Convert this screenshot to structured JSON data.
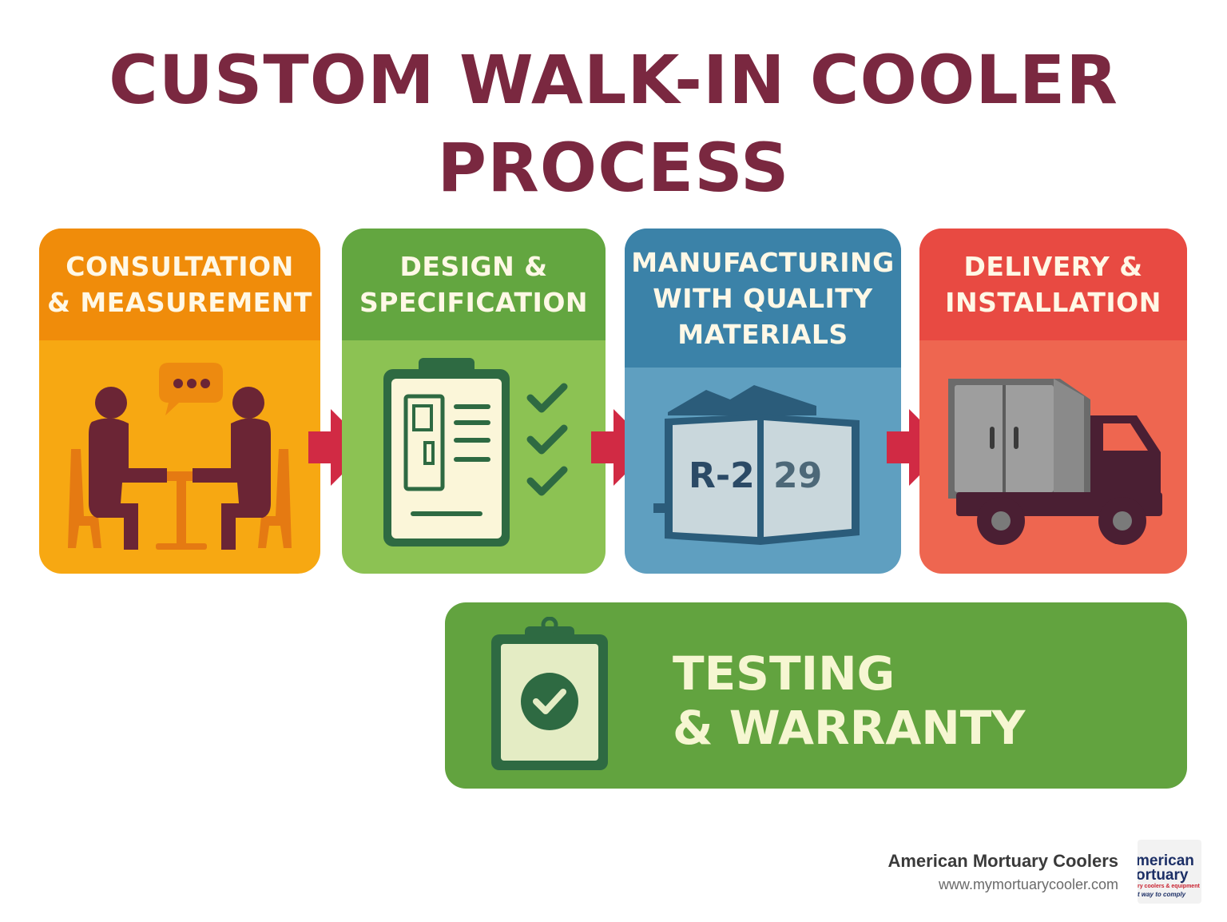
{
  "title": {
    "line1": "CUSTOM WALK-IN COOLER",
    "line2": "PROCESS"
  },
  "steps": [
    {
      "line1": "CONSULTATION",
      "line2": "& MEASUREMENT",
      "icon": "meeting-icon",
      "color": "#f7a812"
    },
    {
      "line1": "DESIGN &",
      "line2": "SPECIFICATION",
      "icon": "clipboard-checklist-icon",
      "color": "#8cc253"
    },
    {
      "line1": "MANUFACTURING",
      "line2": "WITH QUALITY",
      "line3": "MATERIALS",
      "icon": "insulated-panel-icon",
      "panel_left": "R-2",
      "panel_right": "29",
      "color": "#5f9fc0"
    },
    {
      "line1": "DELIVERY &",
      "line2": "INSTALLATION",
      "icon": "delivery-truck-icon",
      "color": "#ee6650"
    }
  ],
  "final_step": {
    "line1": "TESTING",
    "line2": "& WARRANTY",
    "icon": "clipboard-check-icon",
    "color": "#62a33f"
  },
  "brand": {
    "name": "American Mortuary Coolers",
    "url": "www.mymortuarycooler.com",
    "logo": {
      "line1": "merican",
      "line2": "ortuary",
      "line3": "ry coolers & equipment",
      "line4": "t way to comply"
    }
  },
  "arrow_color": "#d12a44"
}
